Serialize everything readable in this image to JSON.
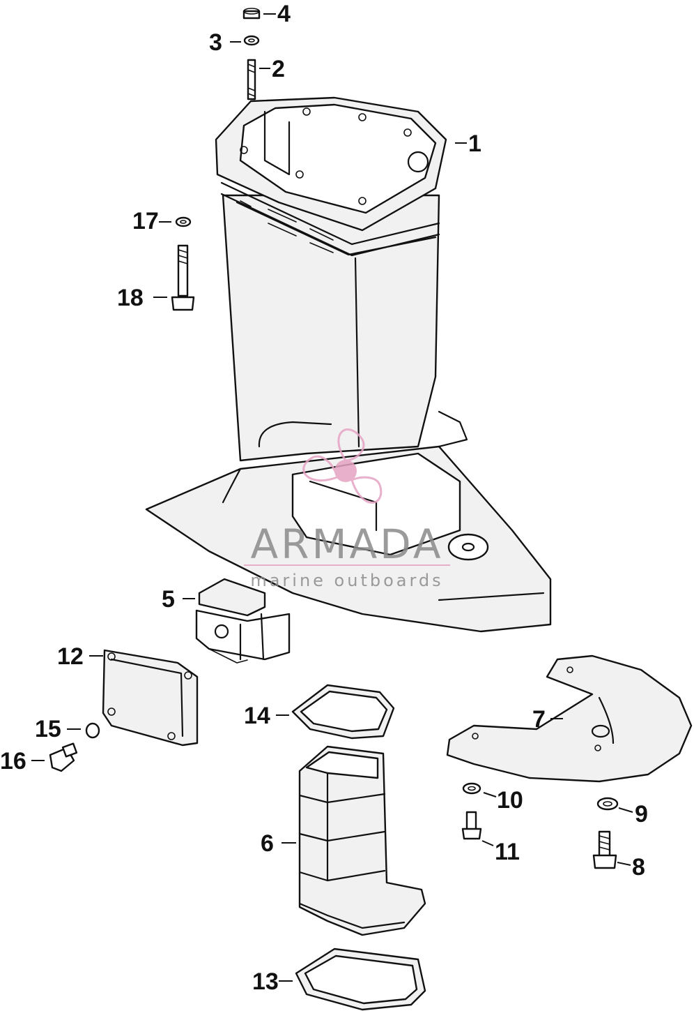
{
  "diagram": {
    "callouts": [
      "1",
      "2",
      "3",
      "4",
      "5",
      "6",
      "7",
      "8",
      "9",
      "10",
      "11",
      "12",
      "13",
      "14",
      "15",
      "16",
      "17",
      "18"
    ]
  },
  "watermark": {
    "brand": "ARMADA",
    "tagline": "marine outboards",
    "accent_color": "#e6a3c4"
  }
}
